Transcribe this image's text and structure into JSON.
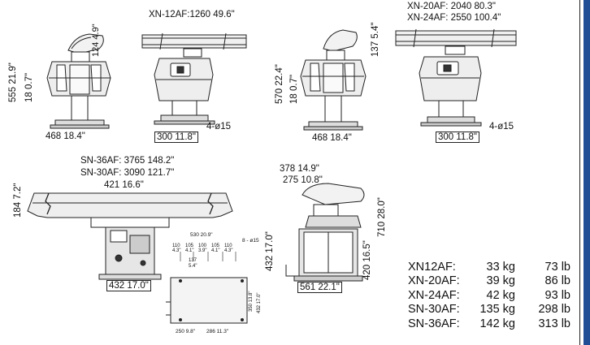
{
  "colors": {
    "accent_bar": "#1f4e96",
    "line": "#222222",
    "body_fill": "#e6e6e6"
  },
  "xn12": {
    "width_label": "XN-12AF:1260  49.6\"",
    "sweep_h": "124  4.9\"",
    "total_h": "555  21.9\"",
    "base_h": "18  0.7\"",
    "depth": "468  18.4\"",
    "bolt_span": "300  11.8\"",
    "holes": "4-ø15"
  },
  "xn20": {
    "width_label_a": "XN-20AF: 2040  80.3\"",
    "width_label_b": "XN-24AF: 2550  100.4\"",
    "sweep_h": "137  5.4\"",
    "total_h": "570  22.4\"",
    "base_h": "18  0.7\"",
    "depth": "468  18.4\"",
    "bolt_span": "300  11.8\"",
    "holes": "4-ø15"
  },
  "sn_front": {
    "width_a": "SN-36AF: 3765  148.2\"",
    "width_b": "SN-30AF: 3090  121.7\"",
    "rot_center": "421  16.6\"",
    "sweep_h": "184  7.2\"",
    "total_h": "432  17.0\"",
    "base_w": "432  17.0\""
  },
  "sn_base": {
    "top_w": "530  20.9\"",
    "h1": "110  4.3\"",
    "h2": "105  4.1\"",
    "h3": "100  3.9\"",
    "h4": "105  4.1\"",
    "h5": "110  4.3\"",
    "center_a": "137",
    "center_b": "5.4\"",
    "holes": "8 - ø15",
    "side_a": "350  13.8\"",
    "side_b": "432  17.0\"",
    "bottom_a": "250  9.8\"",
    "bottom_b": "286  11.3\""
  },
  "sn_side": {
    "a": "378  14.9\"",
    "b": "275  10.8\"",
    "total_h": "710  28.0\"",
    "h_420": "420  16.5\"",
    "depth": "561  22.1\""
  },
  "weights": [
    {
      "model": "XN12AF:",
      "kg": "33 kg",
      "lb": "73 lb"
    },
    {
      "model": "XN-20AF:",
      "kg": "39 kg",
      "lb": "86 lb"
    },
    {
      "model": "XN-24AF:",
      "kg": "42 kg",
      "lb": "93 lb"
    },
    {
      "model": "SN-30AF:",
      "kg": "135 kg",
      "lb": "298 lb"
    },
    {
      "model": "SN-36AF:",
      "kg": "142 kg",
      "lb": "313 lb"
    }
  ]
}
